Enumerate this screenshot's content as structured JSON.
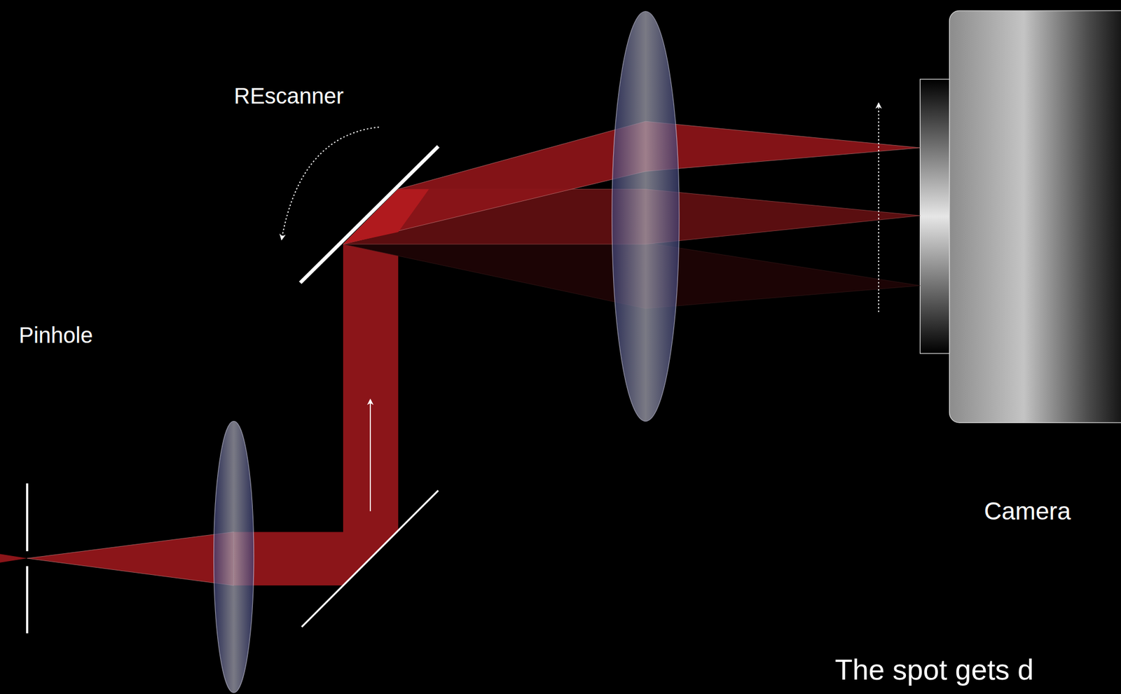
{
  "diagram": {
    "labels": [
      "REscanner",
      "Pinhole",
      "Camera",
      "The spot gets d"
    ]
  }
}
